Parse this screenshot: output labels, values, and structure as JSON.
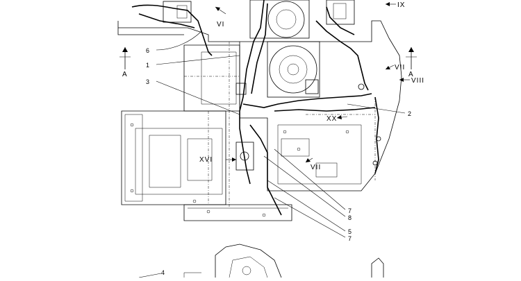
{
  "callouts": {
    "c1": "1",
    "c2": "2",
    "c3": "3",
    "c4": "4",
    "c5": "5",
    "c6": "6",
    "c7a": "7",
    "c7b": "7",
    "c8": "8"
  },
  "view_labels": {
    "a_left": "A",
    "a_right": "A",
    "ix": "IX",
    "vi": "VI",
    "vii_top": "VII",
    "viii": "VIII",
    "xx": "XX",
    "xvi": "XVI",
    "vii_bottom": "VII"
  }
}
